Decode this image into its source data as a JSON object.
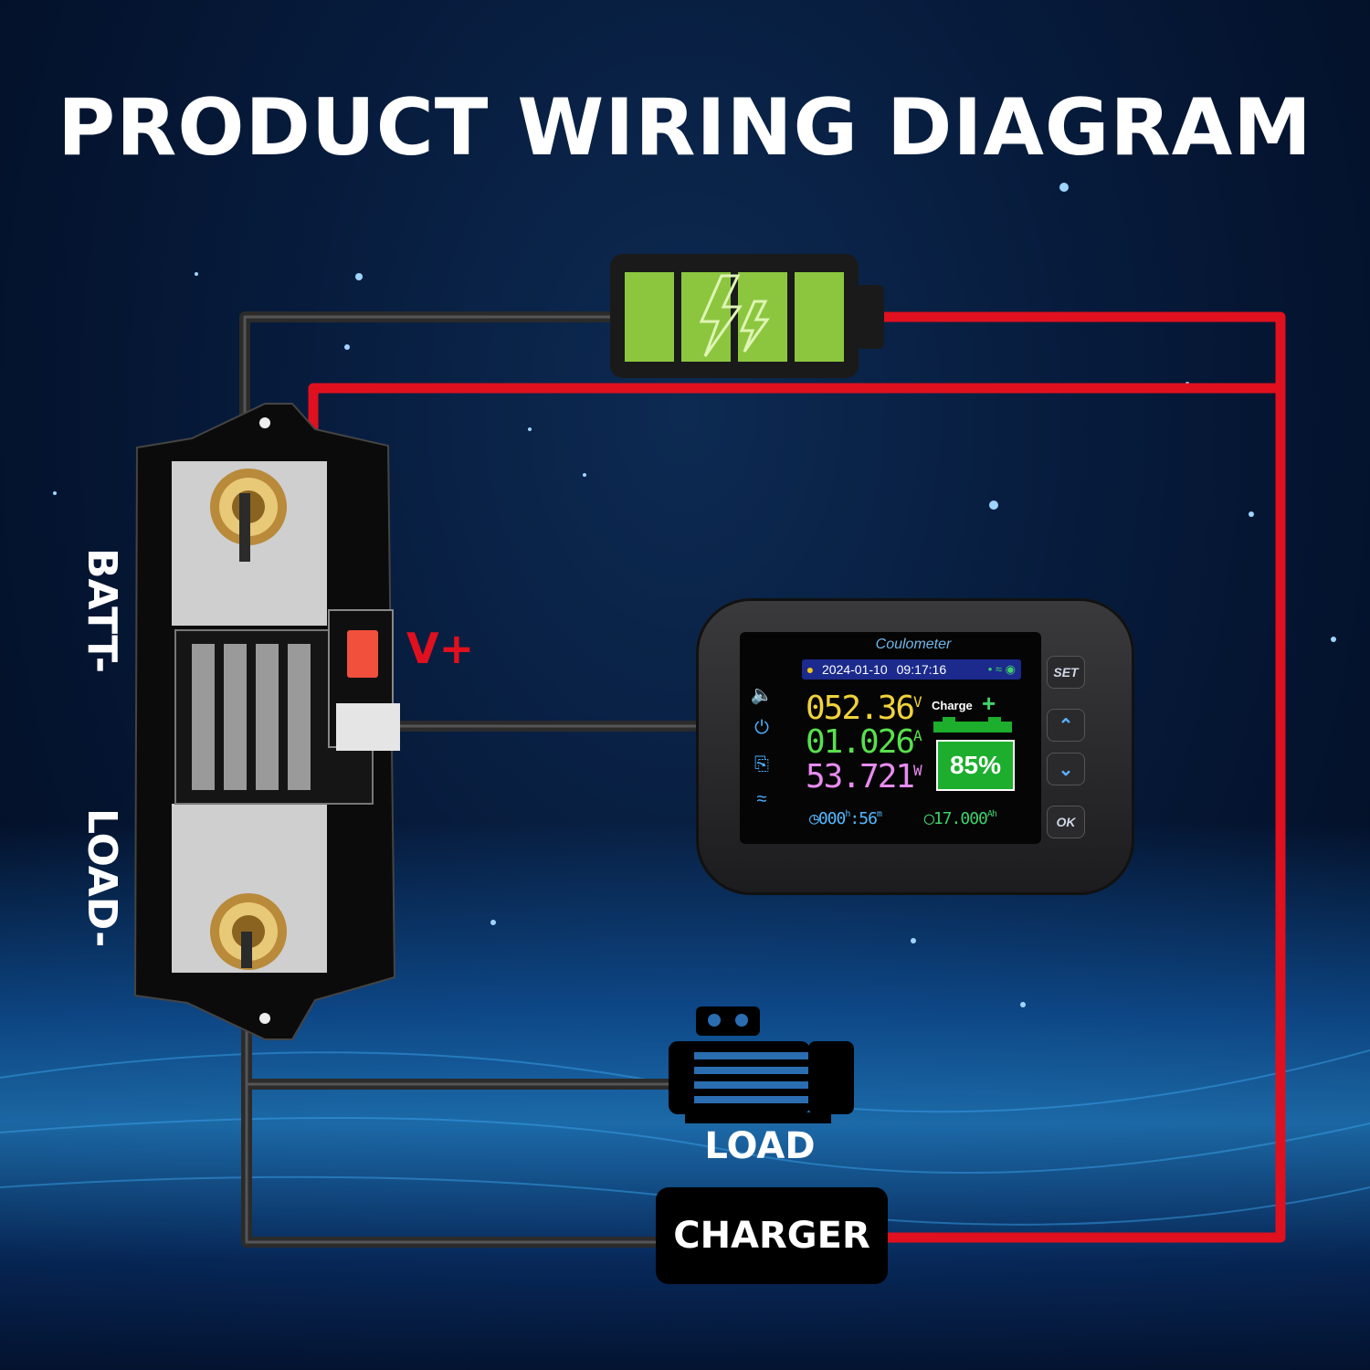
{
  "title": "PRODUCT WIRING DIAGRAM",
  "labels": {
    "batt": "BATT-",
    "load_neg": "LOAD-",
    "vplus": "V+",
    "load": "LOAD",
    "charger": "CHARGER"
  },
  "meter": {
    "brand": "Coulometer",
    "date": "2024-01-10",
    "time": "09:17:16",
    "voltage": "052.36",
    "voltage_unit": "V",
    "current": "01.026",
    "current_unit": "A",
    "power": "53.721",
    "power_unit": "W",
    "charge_label": "Charge",
    "charge_sign": "+",
    "battery_percent": "85%",
    "runtime_h": "000",
    "runtime_h_unit": "h",
    "runtime_m": "56",
    "runtime_m_unit": "m",
    "capacity": "17.000",
    "capacity_unit": "Ah",
    "buttons": {
      "set": "SET",
      "up": "⌃",
      "down": "⌄",
      "ok": "OK"
    }
  },
  "colors": {
    "positive_wire": "#e0101e",
    "negative_wire": "#2b2b2b",
    "battery_fill": "#8cc63f",
    "percent_box": "#1cae2c"
  },
  "icons": [
    "battery-icon",
    "lightning-icon",
    "motor-icon",
    "shunt-icon",
    "alarm-icon",
    "power-icon",
    "wifi-icon"
  ]
}
